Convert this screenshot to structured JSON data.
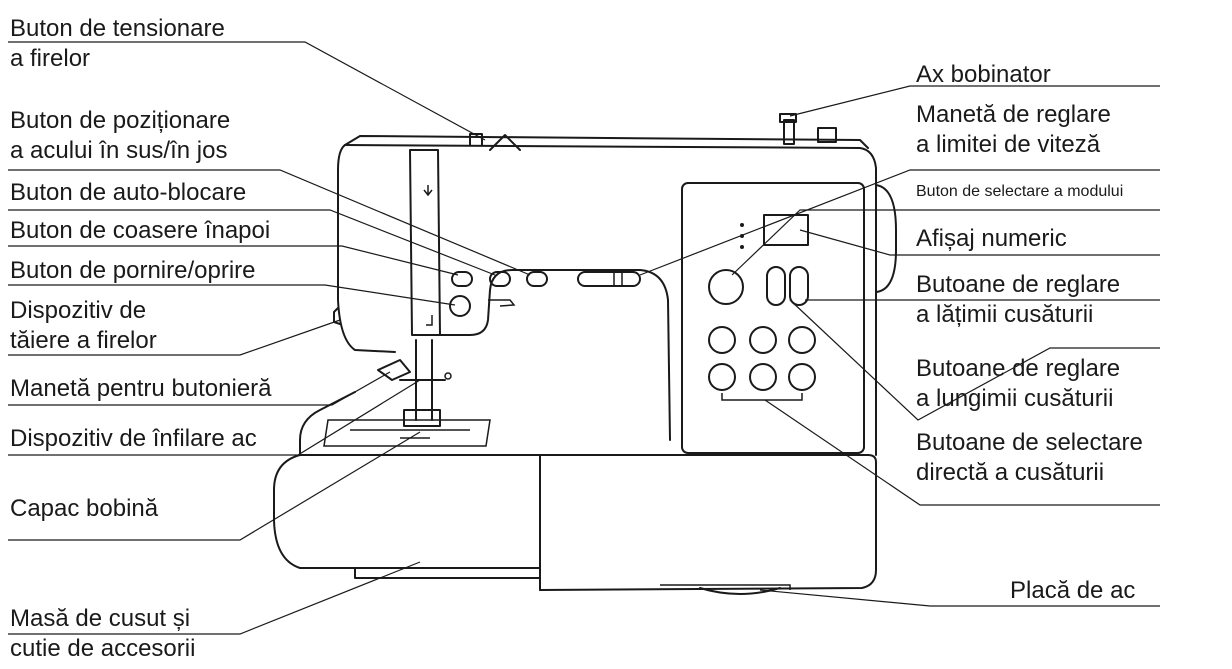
{
  "labels": {
    "thread_tension_dial": [
      "Buton de tensionare",
      "a firelor"
    ],
    "needle_up_down_button": [
      "Buton de poziționare",
      "a acului în sus/în jos"
    ],
    "auto_lock_button": "Buton de auto-blocare",
    "reverse_button": "Buton de coasere înapoi",
    "start_stop_button": "Buton de pornire/oprire",
    "thread_cutter": [
      "Dispozitiv de",
      "tăiere a firelor"
    ],
    "buttonhole_lever": "Manetă pentru butonieră",
    "needle_threader": "Dispozitiv de înfilare ac",
    "bobbin_cover": "Capac bobină",
    "extension_table": [
      "Masă de cusut și",
      "cutie de accesorii"
    ],
    "bobbin_winder_spindle": "Ax bobinator",
    "speed_limit_lever": [
      "Manetă de reglare",
      "a limitei de viteză"
    ],
    "mode_select_button": "Buton de selectare a modului",
    "numeric_display": "Afișaj numeric",
    "stitch_width_buttons": [
      "Butoane de reglare",
      "a lățimii cusăturii"
    ],
    "stitch_length_buttons": [
      "Butoane de reglare",
      "a lungimii cusăturii"
    ],
    "direct_stitch_buttons": [
      "Butoane de selectare",
      "directă a cusăturii"
    ],
    "needle_plate": "Placă de ac"
  }
}
